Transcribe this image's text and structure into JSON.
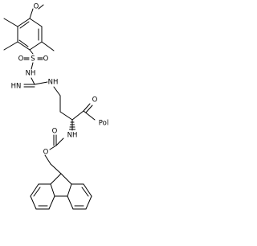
{
  "labels": {
    "methoxy_o": "O",
    "sulfonyl_o_left": "O",
    "sulfonyl_s": "S",
    "sulfonyl_o_right": "O",
    "sulfonamide_nh": "NH",
    "imine_nh": "HN",
    "guanidine_nh": "NH",
    "carbonyl_o": "O",
    "resin": "Pol",
    "alpha_nh": "NH",
    "carbamate_o_top": "O",
    "carbamate_o": "O"
  }
}
